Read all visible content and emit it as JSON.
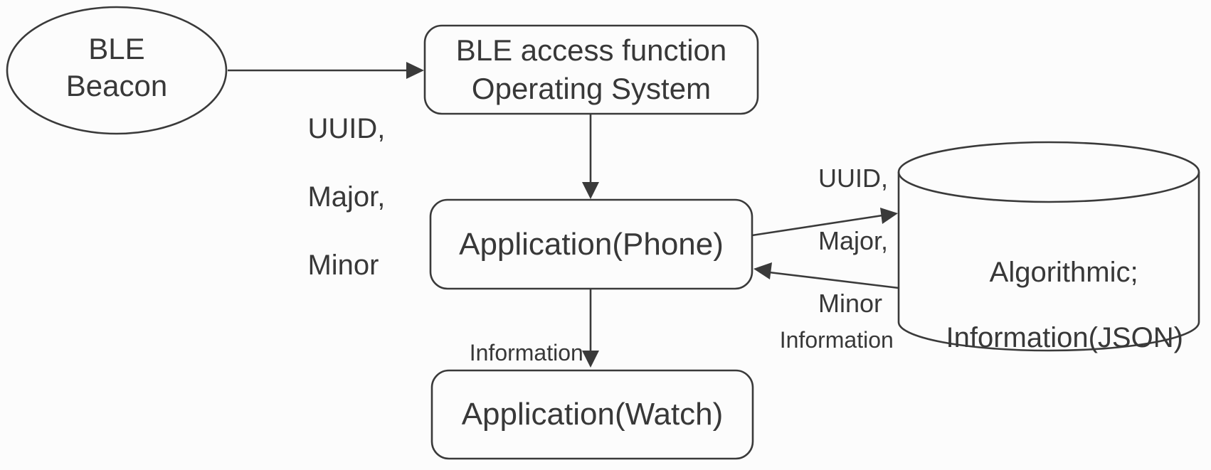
{
  "diagram": {
    "type": "flow-diagram",
    "description": "BLE beacon data flow between operating system, phone application, algorithmic JSON database and watch application",
    "colors": {
      "stroke": "#3a3a3a",
      "text": "#383838",
      "background": "#fcfcfc"
    },
    "nodes": {
      "ble_beacon": {
        "shape": "ellipse",
        "line1": "BLE",
        "line2": "Beacon"
      },
      "os": {
        "shape": "rounded-rect",
        "line1": "BLE access function",
        "line2": "Operating System"
      },
      "phone_app": {
        "shape": "rounded-rect",
        "label": "Application(Phone)"
      },
      "watch_app": {
        "shape": "rounded-rect",
        "label": "Application(Watch)"
      },
      "database": {
        "shape": "cylinder",
        "line1": "Algorithmic;",
        "line2": "Information(JSON)"
      }
    },
    "edges": [
      {
        "from": "ble_beacon",
        "to": "os",
        "label_line1": "UUID,",
        "label_line2": "Major,",
        "label_line3": "Minor"
      },
      {
        "from": "os",
        "to": "phone_app"
      },
      {
        "from": "phone_app",
        "to": "database",
        "label_line1": "UUID,",
        "label_line2": "Major,",
        "label_line3": "Minor"
      },
      {
        "from": "database",
        "to": "phone_app",
        "label": "Information"
      },
      {
        "from": "phone_app",
        "to": "watch_app",
        "label": "Information"
      }
    ]
  }
}
